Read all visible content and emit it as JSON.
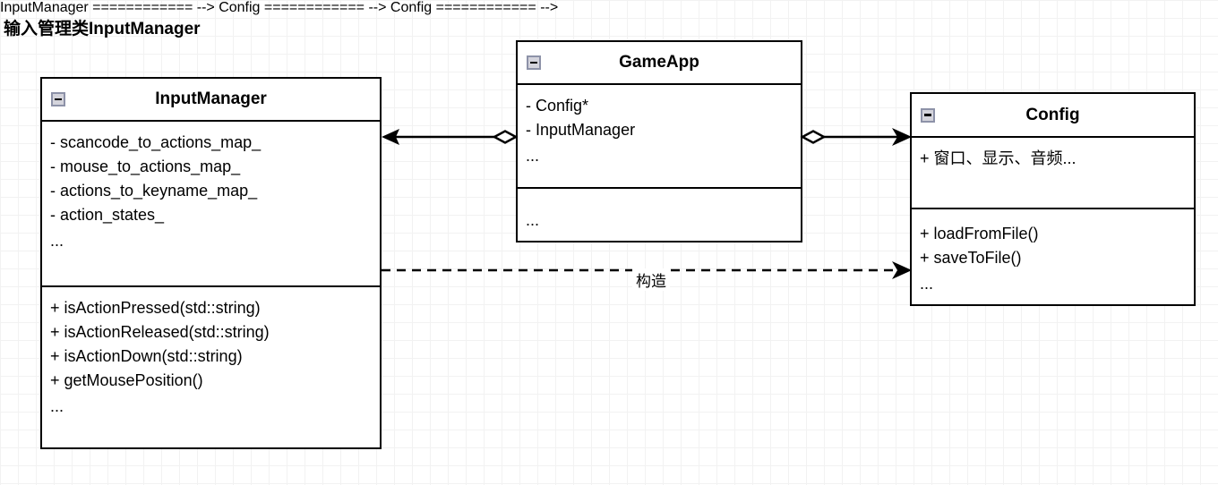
{
  "page": {
    "heading": "输入管理类InputManager"
  },
  "classes": [
    {
      "id": "inputmanager",
      "title": "InputManager",
      "collapse_icon": "minus-icon",
      "attributes": [
        "- scancode_to_actions_map_",
        "- mouse_to_actions_map_",
        "- actions_to_keyname_map_",
        "- action_states_",
        "..."
      ],
      "operations": [
        "+ isActionPressed(std::string)",
        "+ isActionReleased(std::string)",
        "+ isActionDown(std::string)",
        "+ getMousePosition()",
        "..."
      ]
    },
    {
      "id": "gameapp",
      "title": "GameApp",
      "collapse_icon": "minus-icon",
      "attributes": [
        "- Config*",
        "- InputManager",
        "..."
      ],
      "operations": [
        "..."
      ]
    },
    {
      "id": "config",
      "title": "Config",
      "collapse_icon": "minus-icon",
      "attributes": [
        "+ 窗口、显示、音频..."
      ],
      "operations": [
        "+ loadFromFile()",
        "+ saveToFile()",
        "..."
      ]
    }
  ],
  "connectors": [
    {
      "id": "gameapp-to-inputmanager",
      "type": "aggregation",
      "from": "GameApp",
      "to": "InputManager",
      "label": ""
    },
    {
      "id": "gameapp-to-config",
      "type": "aggregation",
      "from": "GameApp",
      "to": "Config",
      "label": ""
    },
    {
      "id": "inputmanager-to-config",
      "type": "dependency-dashed",
      "from": "InputManager",
      "to": "Config",
      "label": "构造"
    }
  ],
  "colors": {
    "line": "#000000",
    "grid_minor": "#f2f2f2",
    "grid_major": "#d3d3d3",
    "icon_fill": "#d4d4dc",
    "icon_border": "#8d92a8",
    "background": "#ffffff"
  }
}
